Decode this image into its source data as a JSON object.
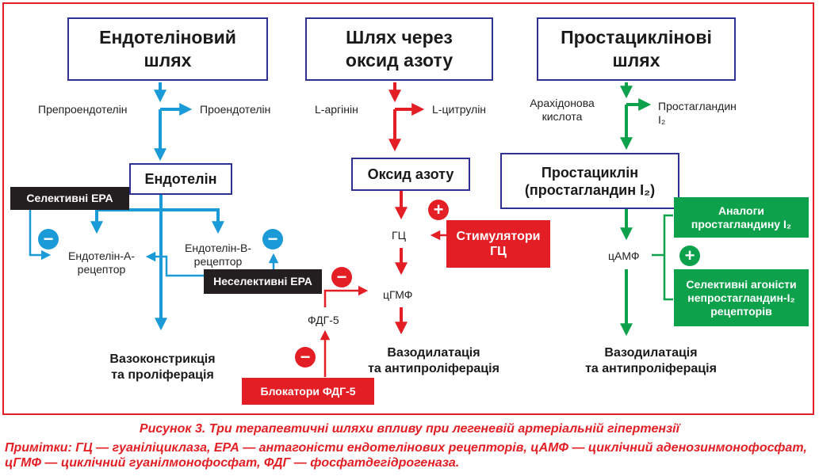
{
  "colors": {
    "frame": "#e31e24",
    "box_border": "#2e3192",
    "blue": "#1a9ad6",
    "red": "#e31e24",
    "green": "#0ea14b",
    "dark": "#231f20"
  },
  "endothelin": {
    "header": "Ендотеліновий\nшлях",
    "preproendothelin": "Препроендотелін",
    "proendothelin": "Проендотелін",
    "endothelin": "Ендотелін",
    "selective_era": "Селективні ЕРА",
    "receptor_a": "Ендотелін-А-\nрецептор",
    "receptor_b": "Ендотелін-В-\nрецептор",
    "nonselective_era": "Неселективні ЕРА",
    "outcome": "Вазоконстрикція\nта проліферація",
    "minus_sign": "−"
  },
  "nitric": {
    "header": "Шлях через\nоксид азоту",
    "l_arginine": "L-аргінін",
    "l_citrulline": "L-цитрулін",
    "nitric_oxide": "Оксид азоту",
    "gc": "ГЦ",
    "gc_stimulators": "Стимулятори\nГЦ",
    "cgmp": "цГМФ",
    "pde5": "ФДГ-5",
    "pde5_blockers": "Блокатори ФДГ-5",
    "outcome": "Вазодилатація\nта антипроліферація",
    "plus_sign": "+",
    "minus_sign": "−"
  },
  "prostacyclin": {
    "header": "Простациклінові\nшлях",
    "arachidonic": "Арахідонова\nкислота",
    "prostaglandin_i2": "Простагландин\nI₂",
    "prostacyclin": "Простациклін\n(простагландин I₂)",
    "camp": "цАМФ",
    "analogs": "Аналоги\nпростагландину I₂",
    "agonists": "Селективні агоністи\nнепростагландин-I₂\nрецепторів",
    "outcome": "Вазодилатація\nта антипроліферація",
    "plus_sign": "+"
  },
  "caption": "Рисунок 3. Три терапевтичні шляхи впливу при легеневій артеріальній гіпертензії",
  "notes": "Примітки: ГЦ — гуаніліциклаза, ЕРА — антагоністи ендотелінових рецепторів, цАМФ — циклічний аденозинмонофосфат, цГМФ — циклічний гуанілмонофосфат, ФДГ — фосфатдегідрогеназа."
}
